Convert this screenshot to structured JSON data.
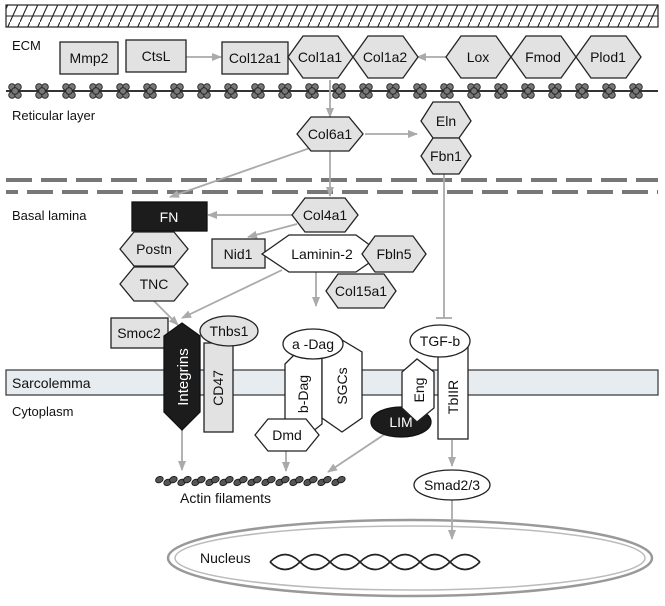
{
  "regions": {
    "ecm": "ECM",
    "reticular": "Reticular layer",
    "basal": "Basal lamina",
    "sarcolemma": "Sarcolemma",
    "cytoplasm": "Cytoplasm"
  },
  "nodes": {
    "mmp2": "Mmp2",
    "ctsl": "CtsL",
    "col12a1": "Col12a1",
    "col1a1": "Col1a1",
    "col1a2": "Col1a2",
    "lox": "Lox",
    "fmod": "Fmod",
    "plod1": "Plod1",
    "col6a1": "Col6a1",
    "eln": "Eln",
    "fbn1": "Fbn1",
    "fn": "FN",
    "col4a1": "Col4a1",
    "postn": "Postn",
    "nid1": "Nid1",
    "laminin2": "Laminin-2",
    "fbln5": "Fbln5",
    "tnc": "TNC",
    "col15a1": "Col15a1",
    "smoc2": "Smoc2",
    "thbs1": "Thbs1",
    "integrins": "Integrins",
    "cd47": "CD47",
    "adag": "a -Dag",
    "bdag": "b-Dag",
    "sgcs": "SGCs",
    "dmd": "Dmd",
    "lim": "LIM",
    "tgfb": "TGF-b",
    "eng": "Eng",
    "tbiir": "TbIIR",
    "smad": "Smad2/3",
    "actin": "Actin filaments",
    "nucleus": "Nucleus"
  }
}
